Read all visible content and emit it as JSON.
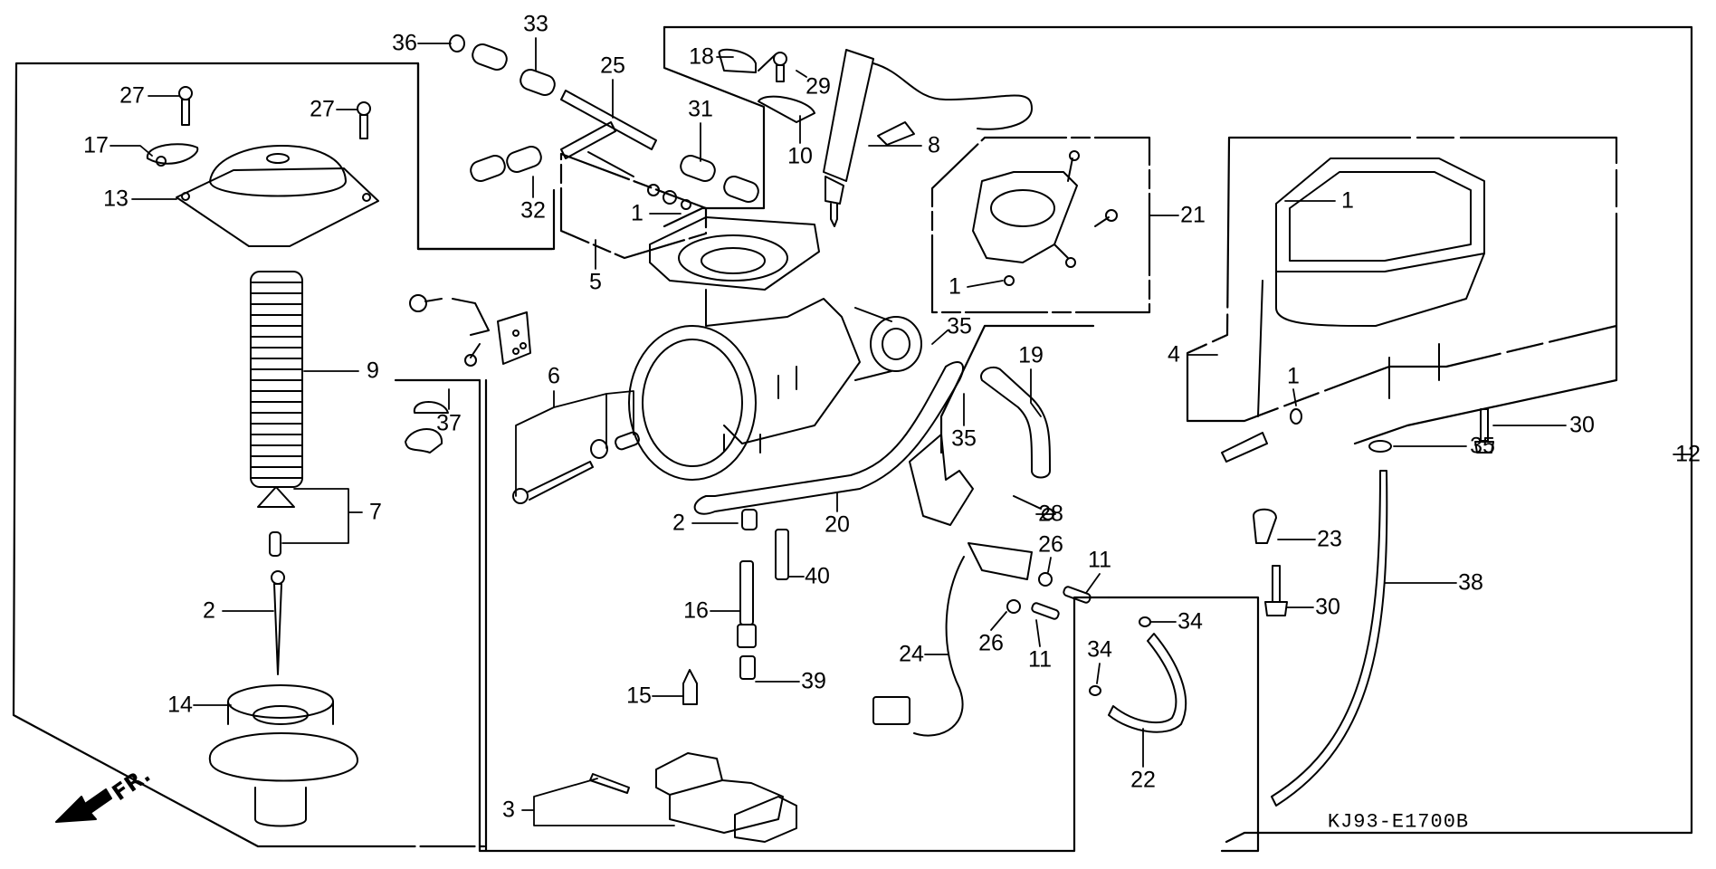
{
  "diagram": {
    "title": "Carburetor exploded parts diagram",
    "code": "KJ93-E1700B",
    "direction_label": "FR.",
    "line_color": "#000000",
    "background": "#ffffff"
  },
  "callouts": [
    {
      "id": "c36",
      "num": "36",
      "part": "hose-clip"
    },
    {
      "id": "c33",
      "num": "33",
      "part": "tube-joint"
    },
    {
      "id": "c25",
      "num": "25",
      "part": "t-joint-tube"
    },
    {
      "id": "c18",
      "num": "18",
      "part": "cable-clamp"
    },
    {
      "id": "c29",
      "num": "29",
      "part": "screw"
    },
    {
      "id": "c31",
      "num": "31",
      "part": "tube-joint"
    },
    {
      "id": "c10",
      "num": "10",
      "part": "stay"
    },
    {
      "id": "c8",
      "num": "8",
      "part": "thermo-valve"
    },
    {
      "id": "c27a",
      "num": "27",
      "part": "screw"
    },
    {
      "id": "c27b",
      "num": "27",
      "part": "screw"
    },
    {
      "id": "c17",
      "num": "17",
      "part": "stay"
    },
    {
      "id": "c13",
      "num": "13",
      "part": "chamber-cover"
    },
    {
      "id": "c32",
      "num": "32",
      "part": "tube-joint"
    },
    {
      "id": "c1a",
      "num": "1",
      "part": "o-ring"
    },
    {
      "id": "c5",
      "num": "5",
      "part": "screw-set"
    },
    {
      "id": "c21",
      "num": "21",
      "part": "pump-assembly"
    },
    {
      "id": "c1b",
      "num": "1",
      "part": "o-ring"
    },
    {
      "id": "c1c",
      "num": "1",
      "part": "float-chamber-gasket"
    },
    {
      "id": "c35a",
      "num": "35",
      "part": "clip"
    },
    {
      "id": "c19",
      "num": "19",
      "part": "hose"
    },
    {
      "id": "c4",
      "num": "4",
      "part": "float-chamber-set"
    },
    {
      "id": "c9",
      "num": "9",
      "part": "spring"
    },
    {
      "id": "c6",
      "num": "6",
      "part": "throttle-stop-screw-set"
    },
    {
      "id": "c37",
      "num": "37",
      "part": "clamp"
    },
    {
      "id": "c35b",
      "num": "35",
      "part": "clip"
    },
    {
      "id": "c1d",
      "num": "1",
      "part": "o-ring"
    },
    {
      "id": "c30a",
      "num": "30",
      "part": "screw"
    },
    {
      "id": "c35c",
      "num": "35",
      "part": "clip"
    },
    {
      "id": "c12",
      "num": "12",
      "part": "carburetor-assembly"
    },
    {
      "id": "c7",
      "num": "7",
      "part": "needle-holder-set"
    },
    {
      "id": "c2a",
      "num": "2",
      "part": "needle-jet-holder"
    },
    {
      "id": "c20",
      "num": "20",
      "part": "hose"
    },
    {
      "id": "c28",
      "num": "28",
      "part": "screw"
    },
    {
      "id": "c26a",
      "num": "26",
      "part": "washer"
    },
    {
      "id": "c11a",
      "num": "11",
      "part": "screw"
    },
    {
      "id": "c23",
      "num": "23",
      "part": "clamp"
    },
    {
      "id": "c38",
      "num": "38",
      "part": "drain-tube"
    },
    {
      "id": "c2b",
      "num": "2",
      "part": "jet-needle"
    },
    {
      "id": "c16",
      "num": "16",
      "part": "needle-jet"
    },
    {
      "id": "c40",
      "num": "40",
      "part": "slow-jet"
    },
    {
      "id": "c26b",
      "num": "26",
      "part": "washer"
    },
    {
      "id": "c11b",
      "num": "11",
      "part": "screw"
    },
    {
      "id": "c30b",
      "num": "30",
      "part": "screw"
    },
    {
      "id": "c34a",
      "num": "34",
      "part": "clip"
    },
    {
      "id": "c34b",
      "num": "34",
      "part": "clip"
    },
    {
      "id": "c24",
      "num": "24",
      "part": "heater"
    },
    {
      "id": "c39",
      "num": "39",
      "part": "main-jet"
    },
    {
      "id": "c15",
      "num": "15",
      "part": "float-valve"
    },
    {
      "id": "c14",
      "num": "14",
      "part": "vacuum-piston"
    },
    {
      "id": "c22",
      "num": "22",
      "part": "hose"
    },
    {
      "id": "c3",
      "num": "3",
      "part": "float-set"
    }
  ]
}
